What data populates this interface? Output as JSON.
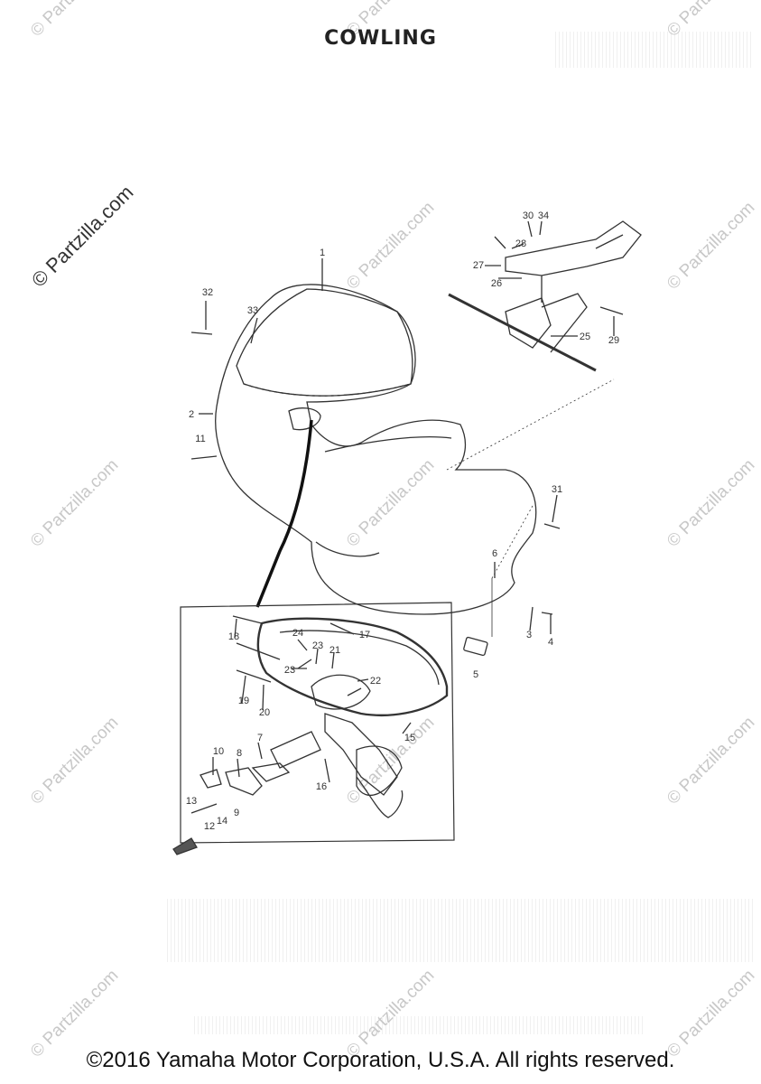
{
  "title": "COWLING",
  "copyright": "©2016 Yamaha Motor Corporation, U.S.A. All rights reserved.",
  "watermark": "© Partzilla.com",
  "callouts": [
    "1",
    "2",
    "3",
    "4",
    "5",
    "6",
    "7",
    "8",
    "9",
    "10",
    "11",
    "12",
    "13",
    "14",
    "15",
    "16",
    "17",
    "18",
    "19",
    "20",
    "21",
    "22",
    "23",
    "23",
    "24",
    "25",
    "26",
    "27",
    "28",
    "29",
    "30",
    "31",
    "32",
    "33",
    "34"
  ]
}
